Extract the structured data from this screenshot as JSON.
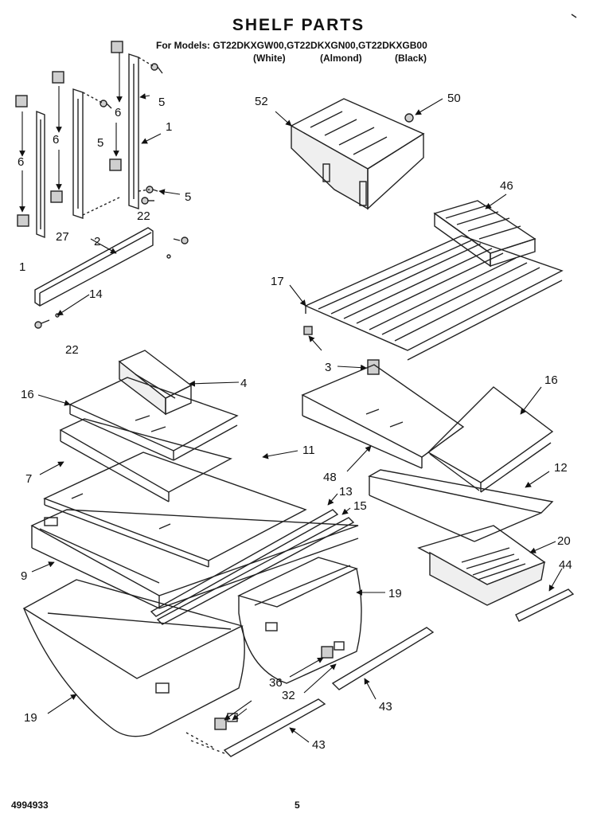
{
  "title": "SHELF PARTS",
  "models_line": "For Models: GT22DKXGW00,GT22DKXGN00,GT22DKXGB00",
  "colors": [
    "(White)",
    "(Almond)",
    "(Black)"
  ],
  "callouts": [
    "5",
    "52",
    "50",
    "6",
    "6",
    "1",
    "5",
    "6",
    "46",
    "5",
    "22",
    "27",
    "2",
    "1",
    "14",
    "17",
    "22",
    "3",
    "4",
    "16",
    "16",
    "11",
    "48",
    "7",
    "12",
    "13",
    "15",
    "9",
    "20",
    "44",
    "19",
    "36",
    "32",
    "43",
    "19",
    "43"
  ],
  "footer": {
    "doc_number": "4994933",
    "page_number": "5"
  }
}
